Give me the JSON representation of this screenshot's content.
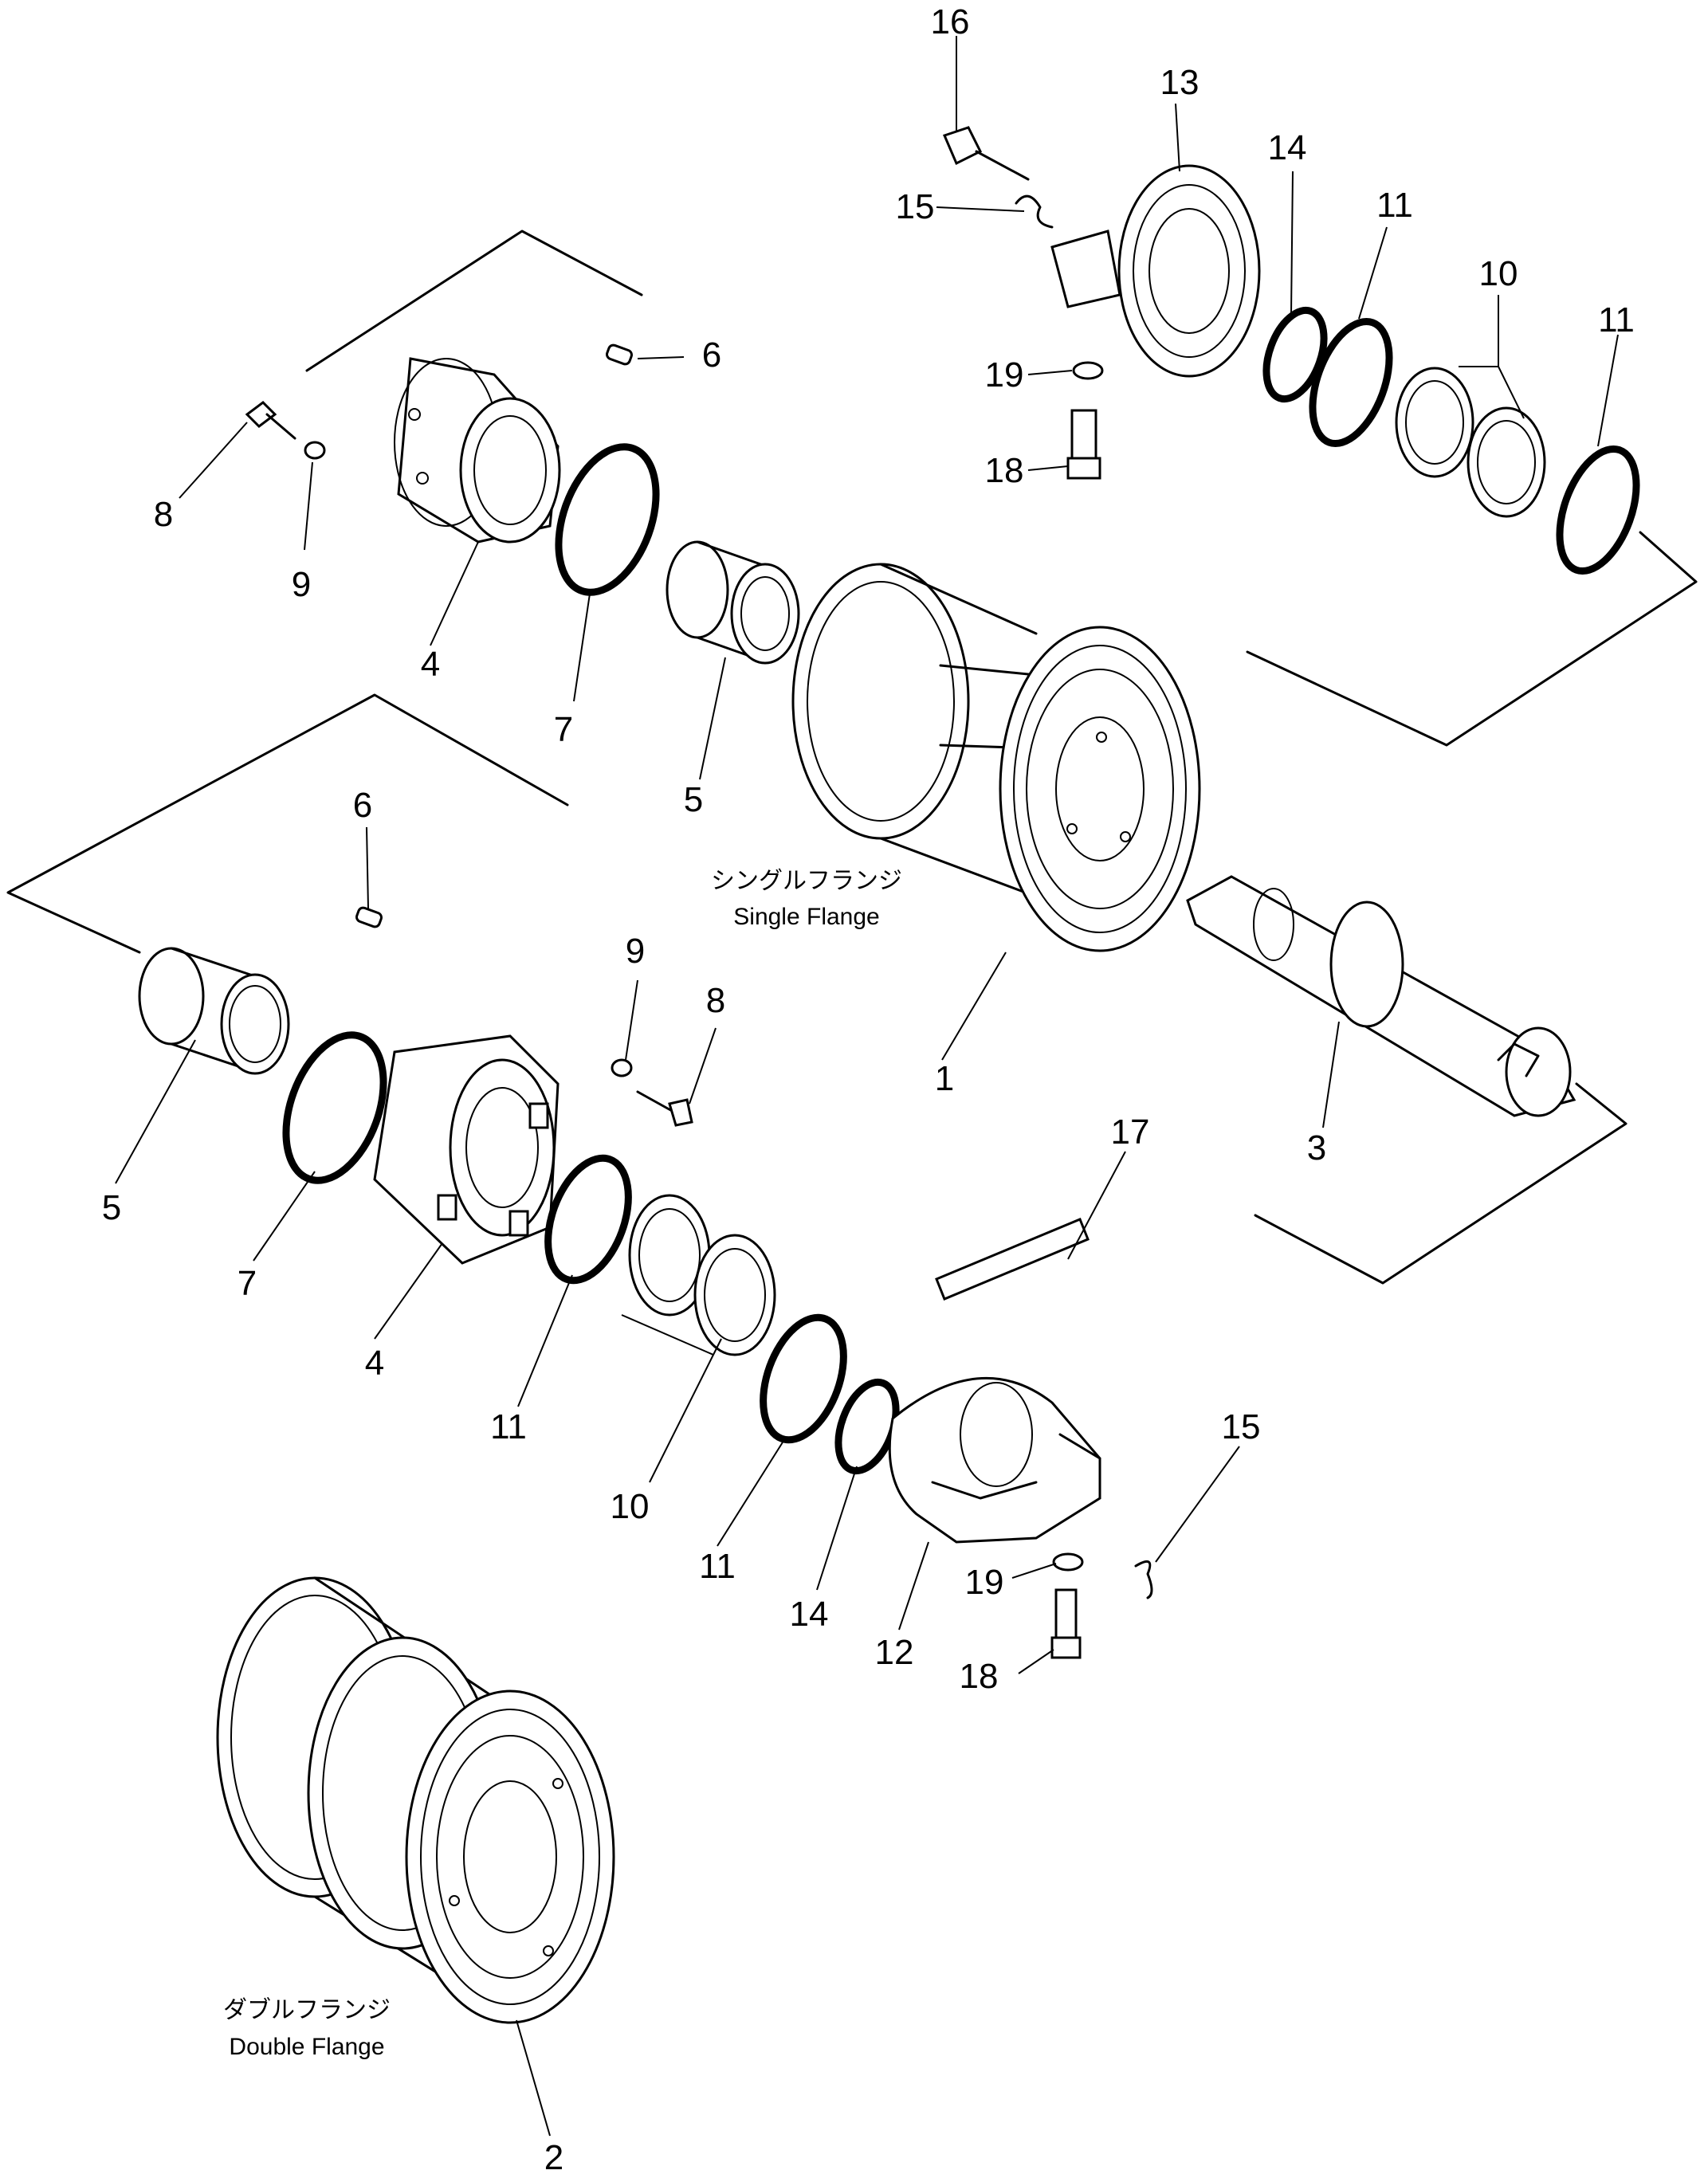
{
  "diagram": {
    "callouts": [
      {
        "id": "c16a",
        "text": "16"
      },
      {
        "id": "c13a",
        "text": "13"
      },
      {
        "id": "c14a",
        "text": "14"
      },
      {
        "id": "c11a",
        "text": "11"
      },
      {
        "id": "c15a",
        "text": "15"
      },
      {
        "id": "c10a",
        "text": "10"
      },
      {
        "id": "c11b",
        "text": "11"
      },
      {
        "id": "c19a",
        "text": "19"
      },
      {
        "id": "c18a",
        "text": "18"
      },
      {
        "id": "c6a",
        "text": "6"
      },
      {
        "id": "c8a",
        "text": "8"
      },
      {
        "id": "c9a",
        "text": "9"
      },
      {
        "id": "c4a",
        "text": "4"
      },
      {
        "id": "c7a",
        "text": "7"
      },
      {
        "id": "c5a",
        "text": "5"
      },
      {
        "id": "c6b",
        "text": "6"
      },
      {
        "id": "c9b",
        "text": "9"
      },
      {
        "id": "c8b",
        "text": "8"
      },
      {
        "id": "c1",
        "text": "1"
      },
      {
        "id": "c3",
        "text": "3"
      },
      {
        "id": "c17",
        "text": "17"
      },
      {
        "id": "c5b",
        "text": "5"
      },
      {
        "id": "c7b",
        "text": "7"
      },
      {
        "id": "c4b",
        "text": "4"
      },
      {
        "id": "c11c",
        "text": "11"
      },
      {
        "id": "c10b",
        "text": "10"
      },
      {
        "id": "c11d",
        "text": "11"
      },
      {
        "id": "c14b",
        "text": "14"
      },
      {
        "id": "c12",
        "text": "12"
      },
      {
        "id": "c15b",
        "text": "15"
      },
      {
        "id": "c19b",
        "text": "19"
      },
      {
        "id": "c18b",
        "text": "18"
      },
      {
        "id": "c2",
        "text": "2"
      }
    ],
    "captions": {
      "single_jp": "シングルフランジ",
      "single_en": "Single Flange",
      "double_jp": "ダブルフランジ",
      "double_en": "Double Flange"
    }
  }
}
